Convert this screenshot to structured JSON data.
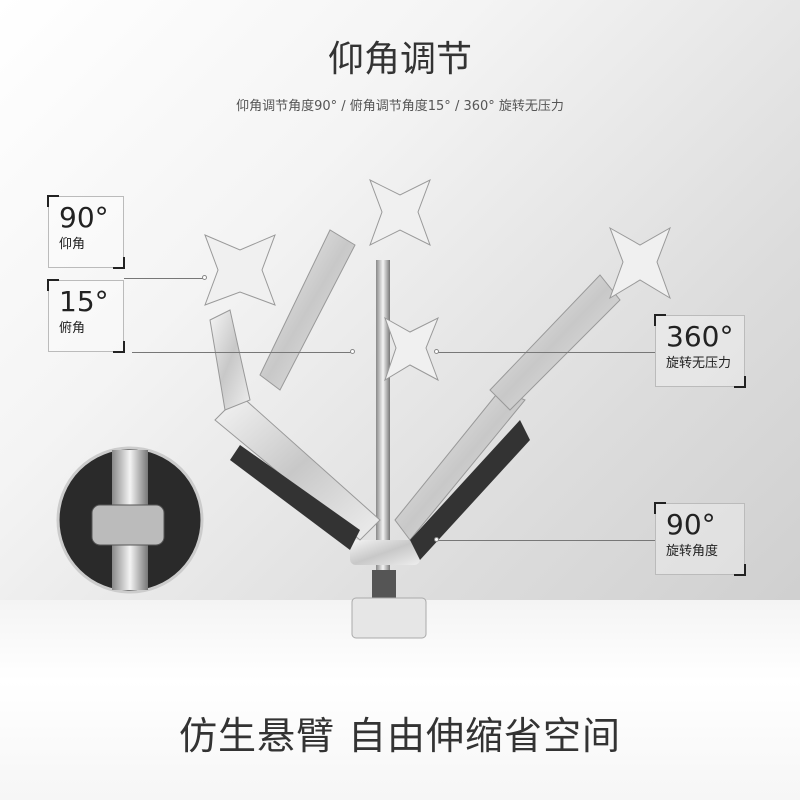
{
  "header": {
    "title": "仰角调节",
    "subtitle": "仰角调节角度90° / 俯角调节角度15° / 360° 旋转无压力"
  },
  "callouts": [
    {
      "value": "90°",
      "label": "仰角"
    },
    {
      "value": "15°",
      "label": "俯角"
    },
    {
      "value": "360°",
      "label": "旋转无压力"
    },
    {
      "value": "90°",
      "label": "旋转角度"
    }
  ],
  "footer": {
    "headline": "仿生悬臂 自由伸缩省空间"
  }
}
